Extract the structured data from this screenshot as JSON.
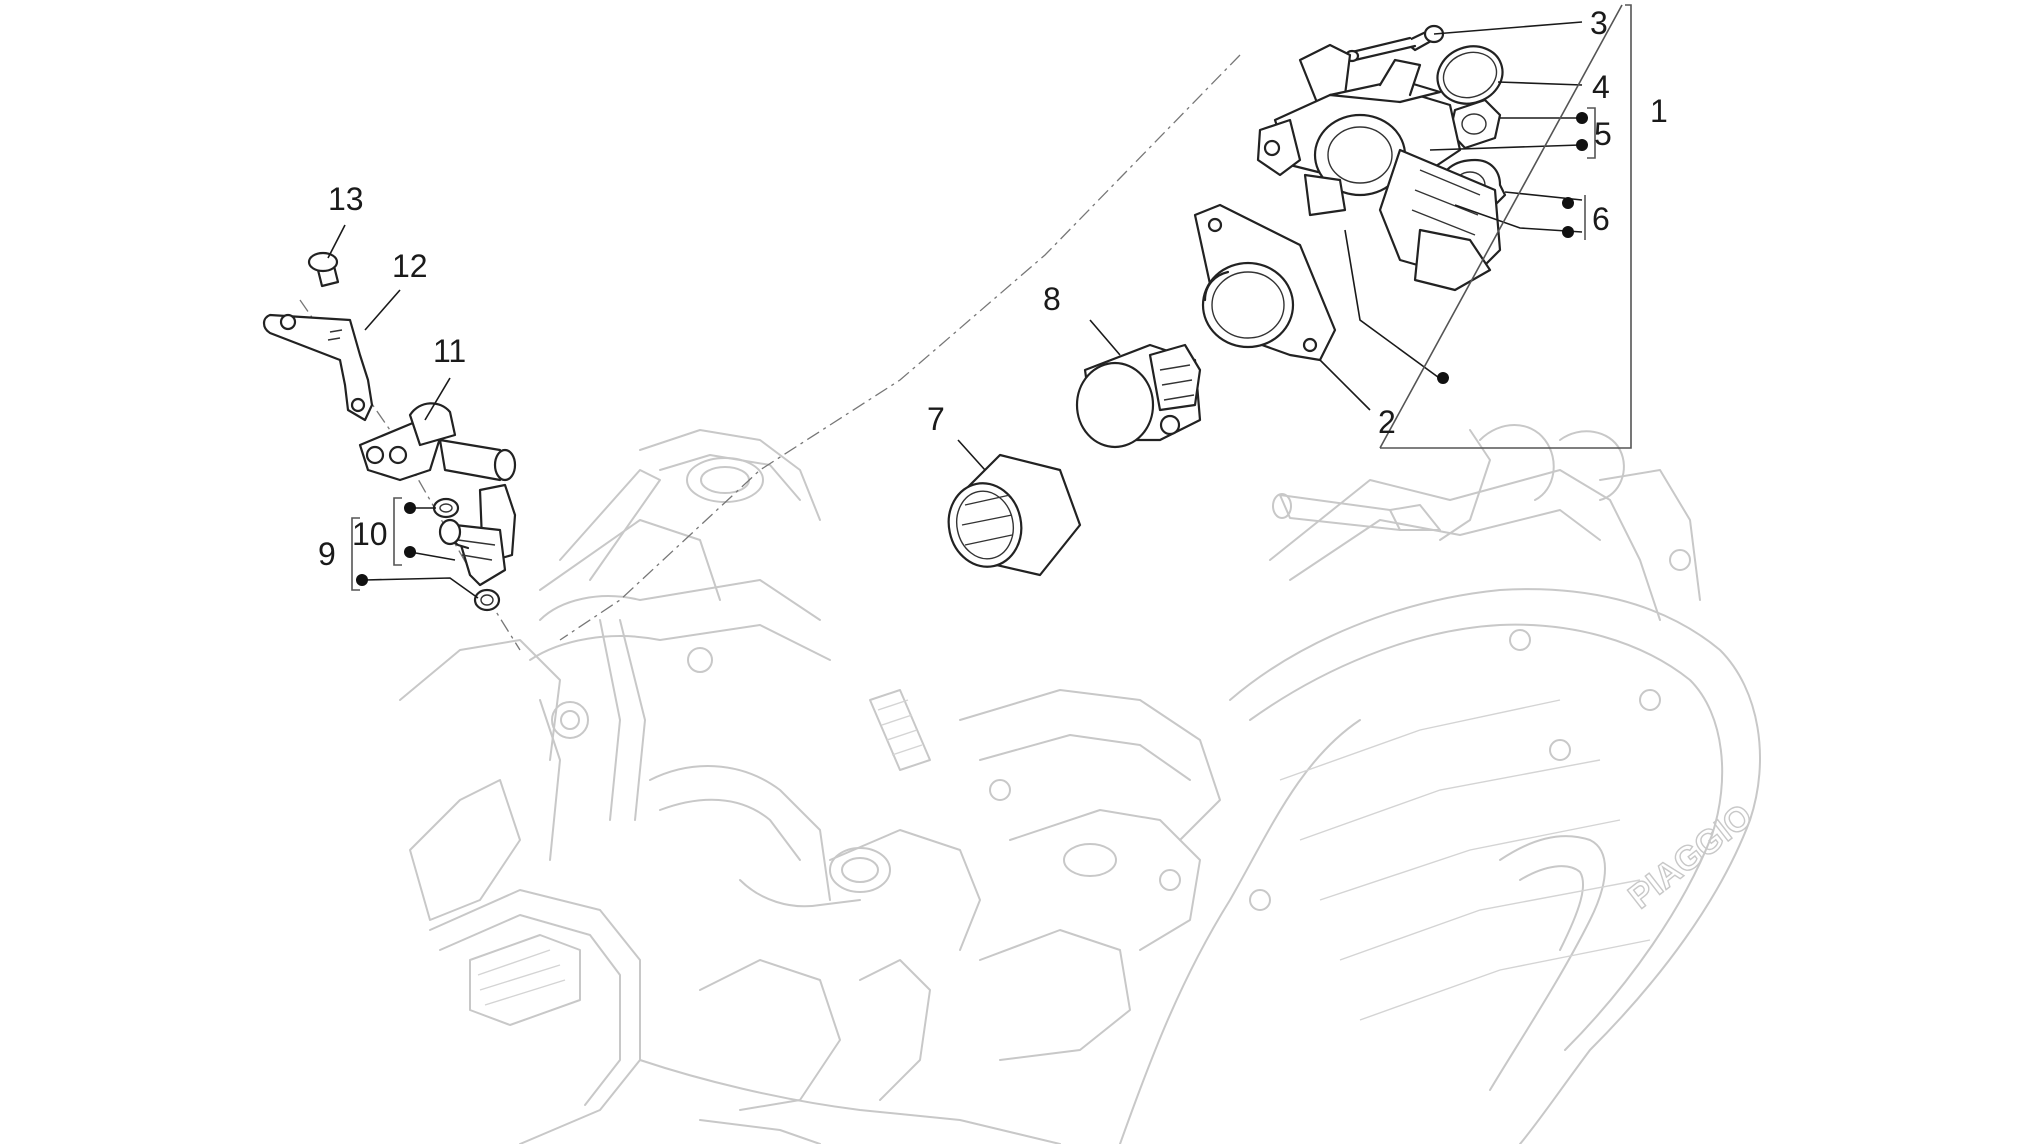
{
  "labels": {
    "l1": "1",
    "l2": "2",
    "l3": "3",
    "l4": "4",
    "l5": "5",
    "l6": "6",
    "l7": "7",
    "l8": "8",
    "l9": "9",
    "l10": "10",
    "l11": "11",
    "l12": "12",
    "l13": "13"
  },
  "engine_brand": "PIAGGIO",
  "colors": {
    "engine_outline": "#c8c8c8",
    "part_outline": "#222222",
    "label_text": "#1a1a1a",
    "background": "#ffffff"
  }
}
